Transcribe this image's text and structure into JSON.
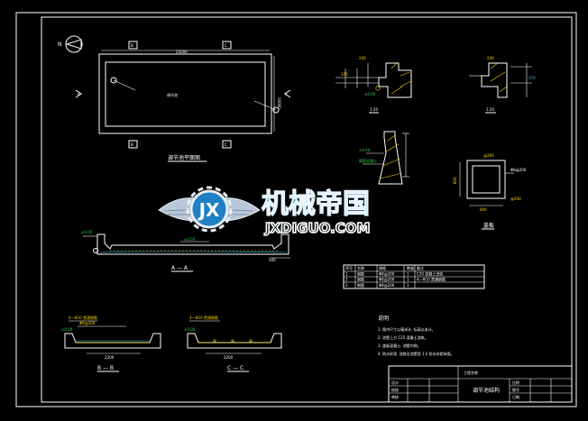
{
  "colors": {
    "background": "#000000",
    "line_white": "#ffffff",
    "line_yellow": "#ffd400",
    "line_cyan": "#31c6e8",
    "line_green": "#30d050",
    "watermark_blue": "#1c8fd2"
  },
  "plan": {
    "title": "调节池平面图",
    "pool_label": "调节池",
    "dim_length": "25000",
    "dim_width": "10000",
    "section_mark_b": "B",
    "section_mark_c": "C",
    "section_mark_a": "A"
  },
  "sections": {
    "a_a_title": "A — A",
    "b_b_title": "B — B",
    "c_c_title": "C — C",
    "bottom_level": "±0.00",
    "top_level": "±0.00",
    "dim_2200": "2200",
    "dim_500": "500"
  },
  "details": {
    "detail_1": "1:20",
    "detail_2": "1:20",
    "detail_label_3": "钢筋混凝土",
    "cover_label": "盖板",
    "cover_dim": "Φ8@200",
    "dim_600": "600",
    "dim_800": "800"
  },
  "table": {
    "headers": [
      "序号",
      "名称",
      "规格",
      "数量",
      "备注"
    ],
    "rows": [
      [
        "1",
        "钢筋",
        "Φ8@200",
        "1",
        "C20 混凝土浇筑"
      ],
      [
        "2",
        "钢筋",
        "Φ8@200",
        "1",
        "4—Φ10 贯通钢筋"
      ],
      [
        "3",
        "钢筋",
        "Φ8@200",
        "1",
        ""
      ]
    ]
  },
  "notes": {
    "heading": "说明",
    "lines": [
      "1. 图中尺寸以毫米计, 标高以米计。",
      "2. 池壁上方 C25 混凝土浇筑。",
      "3. 盖板混凝土, 池壁内侧。",
      "4. 防水砂浆, 池底及池壁用 1:2 防水砂浆抹面。"
    ]
  },
  "title_block": {
    "drawing_title": "调节池结构",
    "project_label": "工程名称",
    "cells": [
      "设计",
      "校核",
      "审核",
      "比例",
      "图号",
      "日期"
    ]
  },
  "watermark": {
    "emblem_text": "JX",
    "brand_cn": "机械帝国",
    "brand_url": "JXDIGUO.COM"
  },
  "north_label": "N"
}
